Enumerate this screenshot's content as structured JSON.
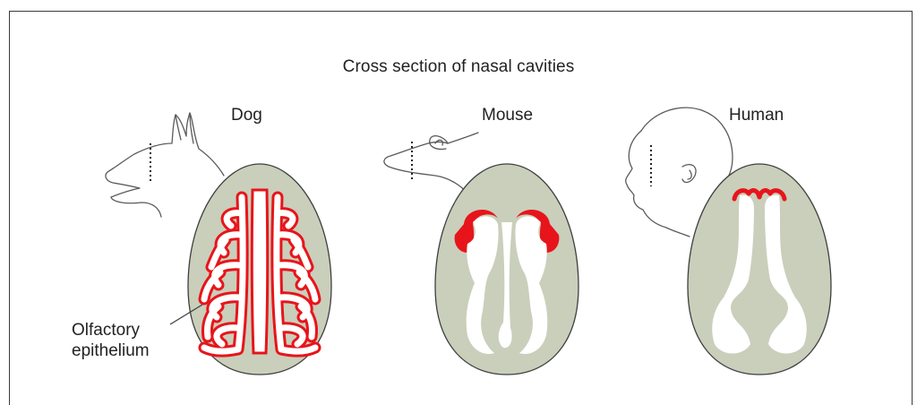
{
  "title": "Cross section of nasal cavities",
  "species": [
    {
      "id": "dog",
      "label": "Dog"
    },
    {
      "id": "mouse",
      "label": "Mouse"
    },
    {
      "id": "human",
      "label": "Human"
    }
  ],
  "callout": {
    "line1": "Olfactory",
    "line2": "epithelium"
  },
  "colors": {
    "section_fill": "#c9cfbb",
    "section_stroke": "#3f3f3f",
    "epithelium": "#e8141b",
    "cavity": "#ffffff",
    "outline": "#5a5a5a",
    "frame": "#3a3a3a"
  }
}
